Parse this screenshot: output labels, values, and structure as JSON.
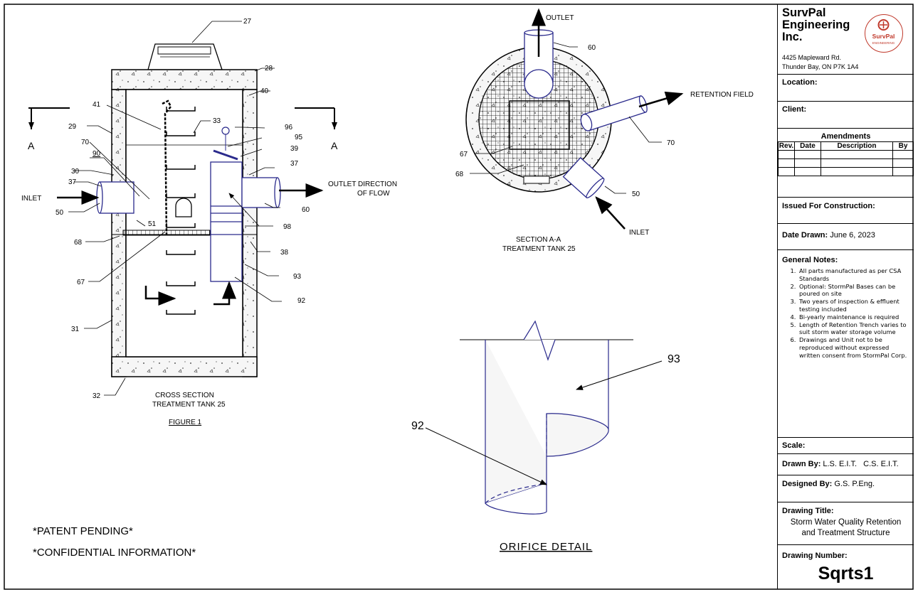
{
  "figure1": {
    "title_line1": "CROSS SECTION",
    "title_line2": "TREATMENT TANK  25",
    "figure_label": "FIGURE 1",
    "inlet_label": "INLET",
    "outlet_label_line1": "OUTLET DIRECTION",
    "outlet_label_line2": "OF FLOW",
    "section_marker": "A",
    "callouts": [
      "27",
      "28",
      "40",
      "41",
      "29",
      "33",
      "96",
      "95",
      "39",
      "70",
      "90",
      "30",
      "37",
      "37",
      "50",
      "51",
      "60",
      "68",
      "98",
      "38",
      "67",
      "93",
      "92",
      "31",
      "32"
    ]
  },
  "section_aa": {
    "title_line1": "SECTION A-A",
    "title_line2": "TREATMENT TANK 25",
    "outlet_label": "OUTLET",
    "retention_label": "RETENTION FIELD",
    "inlet_label": "INLET",
    "callouts": [
      "60",
      "67",
      "70",
      "68",
      "50"
    ]
  },
  "orifice_detail": {
    "title": "ORIFICE  DETAIL",
    "callout_upper": "93",
    "callout_lower": "92"
  },
  "notices": {
    "patent": "*PATENT PENDING*",
    "confidential": "*CONFIDENTIAL INFORMATION*"
  },
  "title_block": {
    "company_line1": "SurvPal",
    "company_line2": "Engineering",
    "company_line3": "Inc.",
    "address_line1": "4425 Mapleward Rd.",
    "address_line2": "Thunder Bay, ON P7K 1A4",
    "logo_text_1": "SurvPal",
    "logo_text_2": "ENGINEERING",
    "location_label": "Location:",
    "client_label": "Client:",
    "amendments_title": "Amendments",
    "amend_headers": [
      "Rev.",
      "Date",
      "Description",
      "By"
    ],
    "issued_label": "Issued For Construction:",
    "date_drawn_label": "Date Drawn:",
    "date_drawn_value": "June 6, 2023",
    "general_notes_label": "General Notes:",
    "notes": [
      "All parts manufactured as per CSA Standards",
      "Optional: StormPal Bases can be poured on site",
      "Two years of inspection & effluent testing included",
      "Bi-yearly maintenance is required",
      "Length of Retention Trench varies to suit storm water storage volume",
      "Drawings and Unit not to be reproduced without expressed written consent from StormPal Corp."
    ],
    "scale_label": "Scale:",
    "drawn_by_label": "Drawn By:",
    "drawn_by_value": "L.S. E.I.T.   C.S. E.I.T.",
    "designed_by_label": "Designed By:",
    "designed_by_value": "G.S. P.Eng.",
    "drawing_title_label": "Drawing Title:",
    "drawing_title_line1": "Storm Water Quality Retention",
    "drawing_title_line2": "and Treatment Structure",
    "drawing_number_label": "Drawing Number:",
    "drawing_number": "Sqrts1"
  },
  "colors": {
    "line": "#000000",
    "pipe": "#2a2a8c",
    "logo": "#c0392b"
  }
}
